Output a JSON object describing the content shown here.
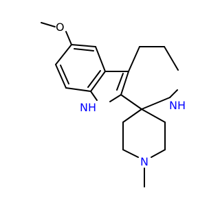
{
  "molecule": {
    "atoms": {
      "oxygen": "O",
      "indole_nh": "NH",
      "amine_nh": "NH",
      "piperidine_n": "N"
    }
  }
}
